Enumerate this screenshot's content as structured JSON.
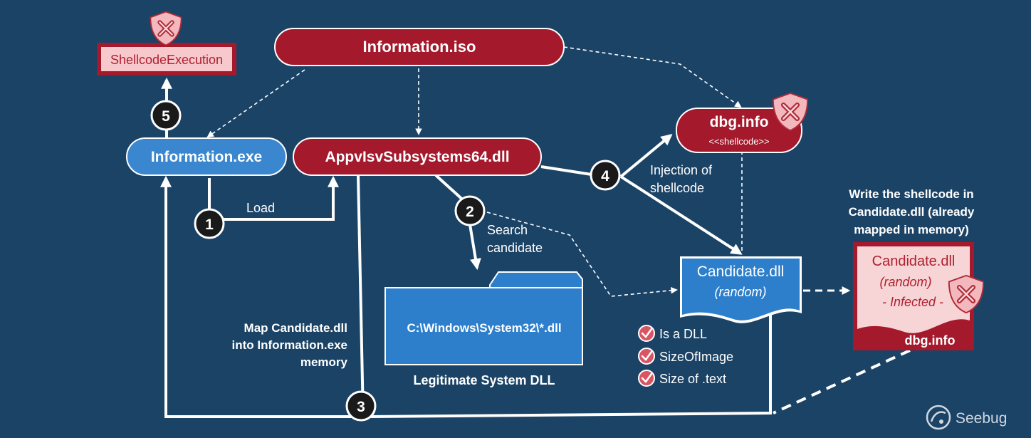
{
  "nodes": {
    "iso": "Information.iso",
    "shellcode_exec": "ShellcodeExecution",
    "exe": "Information.exe",
    "appvisv": "AppvIsvSubsystems64.dll",
    "dbg": "dbg.info",
    "dbg_sub": "<<shellcode>>",
    "candidate": "Candidate.dll",
    "candidate_sub": "(random)",
    "sys32": "C:\\Windows\\System32\\*.dll",
    "sys32_caption": "Legitimate System DLL",
    "infected_title": "Candidate.dll",
    "infected_random": "(random)",
    "infected_status": "- Infected -",
    "infected_footer": "dbg.info"
  },
  "steps": [
    "1",
    "2",
    "3",
    "4",
    "5"
  ],
  "labels": {
    "load": "Load",
    "search": [
      "Search",
      "candidate"
    ],
    "injection": [
      "Injection of",
      "shellcode"
    ],
    "write": [
      "Write the shellcode in",
      "Candidate.dll (already",
      "mapped in memory)"
    ],
    "map": [
      "Map Candidate.dll",
      "into Information.exe",
      "memory"
    ]
  },
  "checks": [
    "Is a DLL",
    "SizeOfImage",
    "Size of .text"
  ],
  "brand": "Seebug",
  "colors": {
    "background": "#1b4366",
    "red_node": "#a4192b",
    "blue_node": "#3a86cf",
    "candidate_blue": "#2d7fcc",
    "infected_fill": "#f7d4d6",
    "shield": "#f2b8bd",
    "check": "#d85663"
  },
  "icons": {
    "shield_x": "shield-x-icon",
    "check": "check-circle-icon",
    "folder": "folder-icon",
    "logo": "seebug-logo-icon"
  }
}
